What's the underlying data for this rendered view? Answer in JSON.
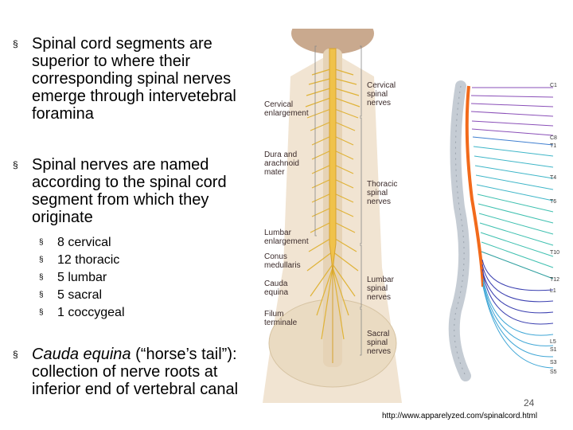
{
  "bullets": {
    "b1_text": "Spinal cord segments are superior to where their corresponding spinal nerves emerge through intervetebral foramina",
    "b2_text": "Spinal nerves are named according to the spinal cord segment from which they originate",
    "sub_items": [
      "8 cervical",
      "12 thoracic",
      "5 lumbar",
      "5 sacral",
      "1 coccygeal"
    ],
    "b3_italic": "Cauda equina",
    "b3_rest": " (“horse’s tail”): collection of nerve roots at inferior end of vertebral canal",
    "marker": "§"
  },
  "figure_labels": {
    "cervical_enlargement": "Cervical\nenlargement",
    "dura": "Dura and\narachnoid\nmater",
    "lumbar_enlargement": "Lumbar\nenlargement",
    "conus": "Conus\nmedullaris",
    "cauda": "Cauda\nequina",
    "filum": "Filum\nterminale",
    "cervical_nerves": "Cervical\nspinal\nnerves",
    "thoracic_nerves": "Thoracic\nspinal\nnerves",
    "lumbar_nerves": "Lumbar\nspinal\nnerves",
    "sacral_nerves": "Sacral\nspinal\nnerves"
  },
  "levels": [
    "C1",
    "C8",
    "T1",
    "T4",
    "T6",
    "T10",
    "T12",
    "L1",
    "L5",
    "S1",
    "S3",
    "S5"
  ],
  "page_number": "24",
  "source_url": "http://www.apparelyzed.com/spinalcord.html"
}
